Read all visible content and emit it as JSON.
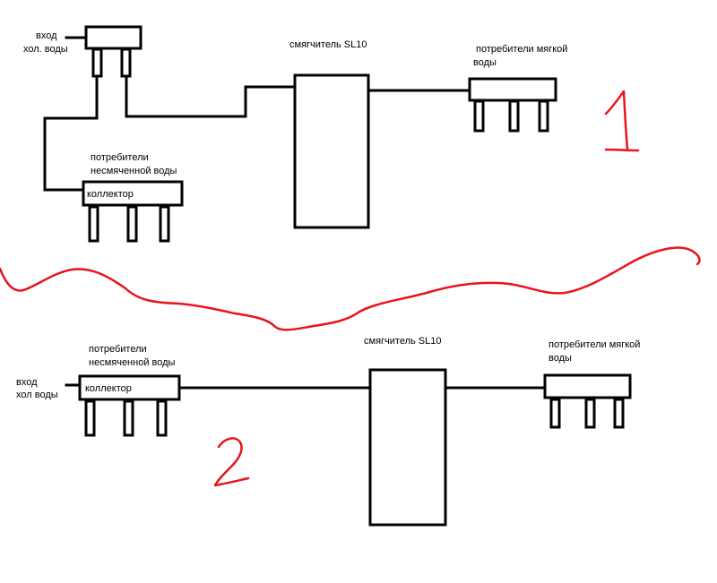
{
  "scheme1": {
    "inlet_label_line1": "вход",
    "inlet_label_line2": "хол. воды",
    "softener_label": "смягчитель SL10",
    "soft_consumers_line1": "потребители мягкой",
    "soft_consumers_line2": "воды",
    "hard_consumers_line1": "потребители",
    "hard_consumers_line2": "несмяченной воды",
    "collector_label": "коллектор",
    "number": "1"
  },
  "scheme2": {
    "inlet_label_line1": "вход",
    "inlet_label_line2": "хол воды",
    "softener_label": "смягчитель SL10",
    "soft_consumers_line1": "потребители мягкой",
    "soft_consumers_line2": "воды",
    "hard_consumers_line1": "потребители",
    "hard_consumers_line2": "несмяченной воды",
    "collector_label": "коллектор",
    "number": "2"
  },
  "colors": {
    "line": "#000000",
    "annotation": "#e8141c",
    "background": "#ffffff"
  }
}
